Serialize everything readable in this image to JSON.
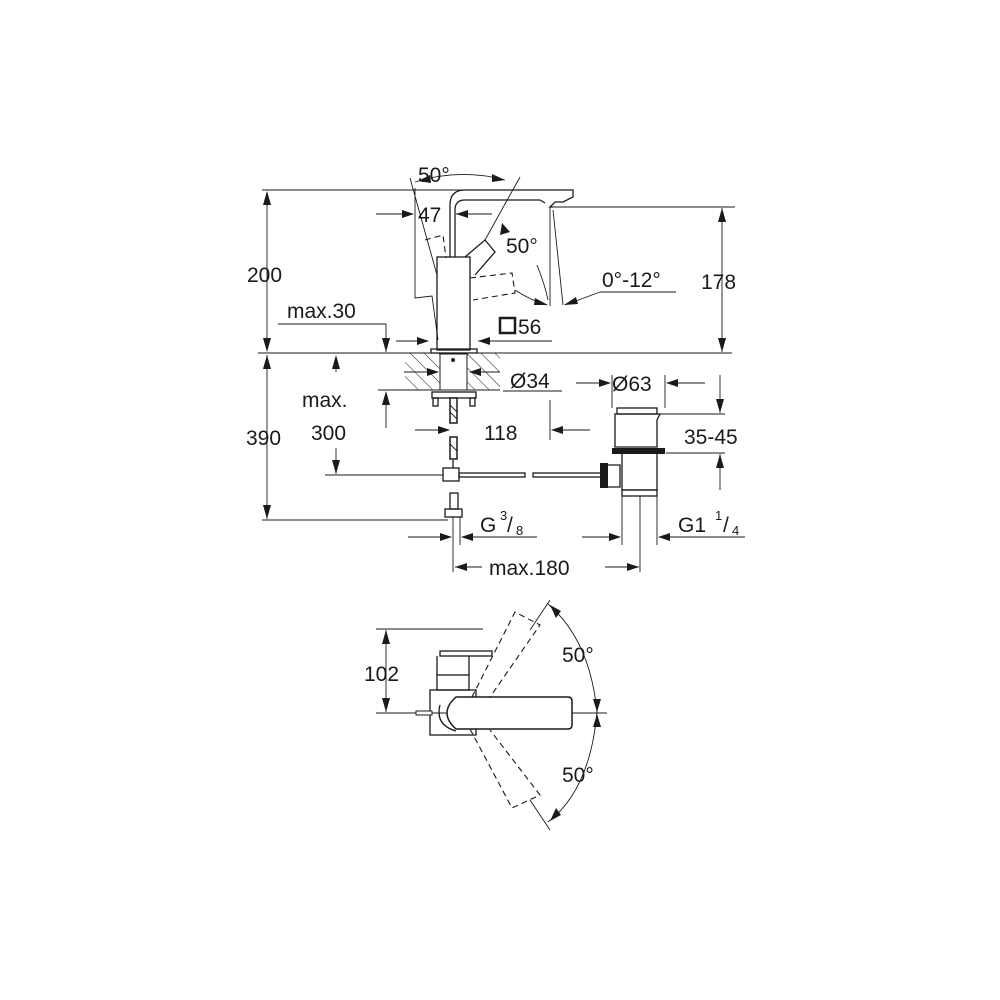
{
  "front_view": {
    "angle_top": "50°",
    "width_47": "47",
    "angle_handle": "50°",
    "tilt_range": "0°-12°",
    "height_total": "200",
    "height_spout": "178",
    "deck_thickness": "max.30",
    "base_square": "56",
    "hole_diameter": "Ø34",
    "waste_diameter": "Ø63",
    "below_total": "390",
    "rod_depth_line1": "max.",
    "rod_depth_line2": "300",
    "offset_118": "118",
    "waste_height": "35-45",
    "connection_g": "G",
    "connection_g_num": "3",
    "connection_g_den": "8",
    "waste_thread": "G1",
    "waste_thread_num": "1",
    "waste_thread_den": "4",
    "max_distance": "max.180"
  },
  "top_view": {
    "depth": "102",
    "angle_up": "50°",
    "angle_down": "50°"
  }
}
